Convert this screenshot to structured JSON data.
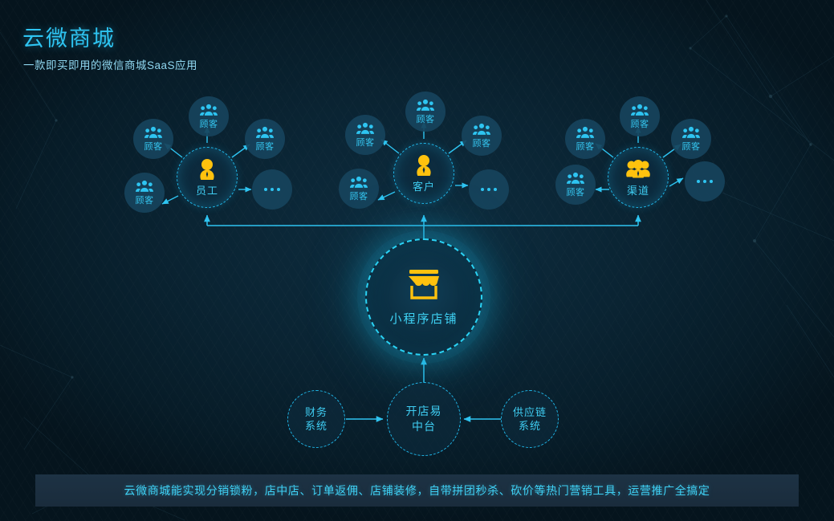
{
  "header": {
    "title": "云微商城",
    "subtitle": "一款即买即用的微信商城SaaS应用"
  },
  "colors": {
    "background": "#0a2433",
    "accent_cyan": "#2ec4f1",
    "accent_yellow": "#ffc20e",
    "footer_bar": "#1d3244",
    "node_fill": "#17435c"
  },
  "clusters": [
    {
      "hub": {
        "label": "员工",
        "icon": "single-person-icon"
      },
      "satellites": [
        {
          "label": "顾客",
          "icon": "group-people-icon"
        },
        {
          "label": "顾客",
          "icon": "group-people-icon"
        },
        {
          "label": "顾客",
          "icon": "group-people-icon"
        },
        {
          "label": "顾客",
          "icon": "group-people-icon"
        },
        {
          "label": "",
          "icon": "ellipsis-icon"
        }
      ]
    },
    {
      "hub": {
        "label": "客户",
        "icon": "single-person-icon"
      },
      "satellites": [
        {
          "label": "顾客",
          "icon": "group-people-icon"
        },
        {
          "label": "顾客",
          "icon": "group-people-icon"
        },
        {
          "label": "顾客",
          "icon": "group-people-icon"
        },
        {
          "label": "顾客",
          "icon": "group-people-icon"
        },
        {
          "label": "",
          "icon": "ellipsis-icon"
        }
      ]
    },
    {
      "hub": {
        "label": "渠道",
        "icon": "group-people-icon"
      },
      "satellites": [
        {
          "label": "顾客",
          "icon": "group-people-icon"
        },
        {
          "label": "顾客",
          "icon": "group-people-icon"
        },
        {
          "label": "顾客",
          "icon": "group-people-icon"
        },
        {
          "label": "顾客",
          "icon": "group-people-icon"
        },
        {
          "label": "",
          "icon": "ellipsis-icon"
        }
      ]
    }
  ],
  "center": {
    "label": "小程序店铺",
    "icon": "storefront-icon"
  },
  "systems": {
    "left": {
      "line1": "财务",
      "line2": "系统"
    },
    "middle": {
      "line1": "开店易",
      "line2": "中台"
    },
    "right": {
      "line1": "供应链",
      "line2": "系统"
    }
  },
  "footer": {
    "text": "云微商城能实现分销锁粉，店中店、订单返佣、店铺装修，自带拼团秒杀、砍价等热门营销工具，运营推广全搞定"
  }
}
